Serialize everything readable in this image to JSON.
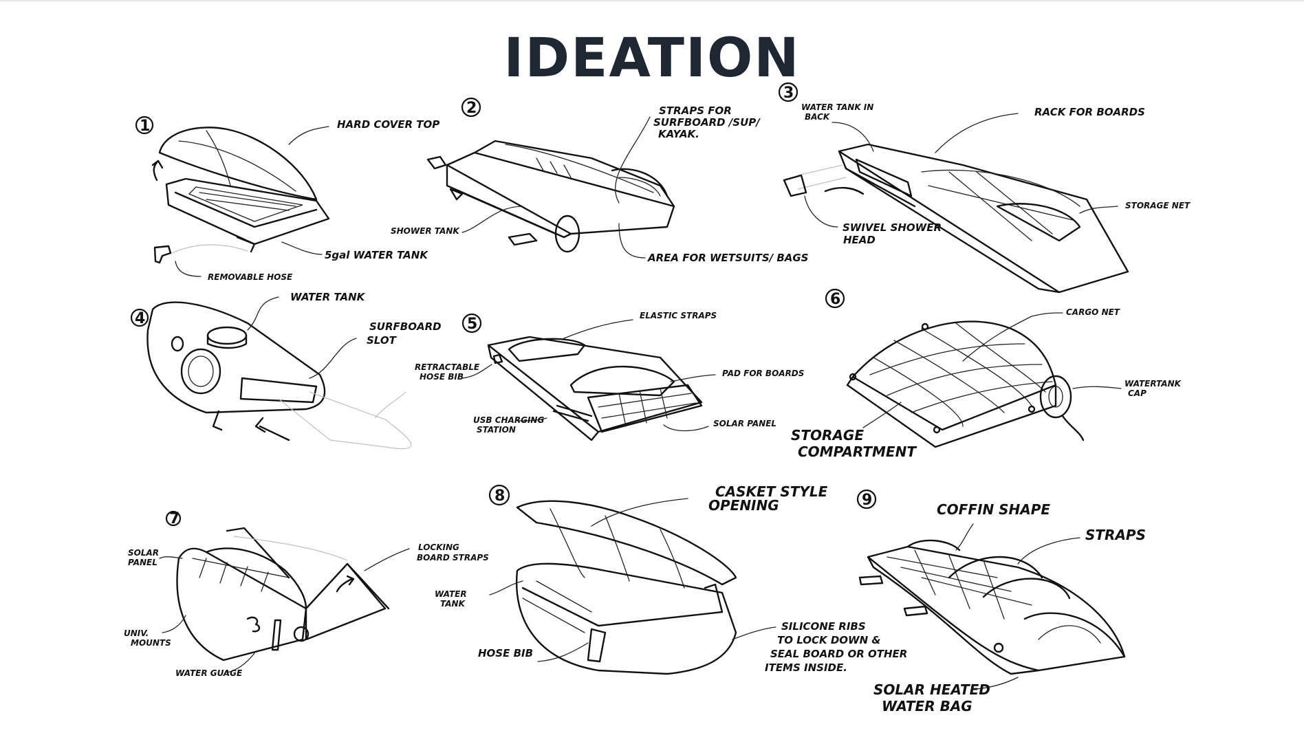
{
  "title": "IDEATION",
  "concepts": [
    {
      "num": "1",
      "labels": [
        "HARD COVER TOP",
        "5gal WATER TANK",
        "REMOVABLE HOSE"
      ]
    },
    {
      "num": "2",
      "labels": [
        "STRAPS FOR",
        "SURFBOARD /SUP/",
        "KAYAK.",
        "SHOWER TANK",
        "AREA FOR WETSUITS/ BAGS"
      ]
    },
    {
      "num": "3",
      "labels": [
        "WATER TANK IN",
        "BACK",
        "RACK FOR BOARDS",
        "STORAGE NET",
        "SWIVEL SHOWER",
        "HEAD"
      ]
    },
    {
      "num": "4",
      "labels": [
        "WATER TANK",
        "SURFBOARD",
        "SLOT"
      ]
    },
    {
      "num": "5",
      "labels": [
        "ELASTIC STRAPS",
        "RETRACTABLE",
        "HOSE BIB",
        "PAD FOR BOARDS",
        "USB CHARGING",
        "STATION",
        "SOLAR PANEL"
      ]
    },
    {
      "num": "6",
      "labels": [
        "CARGO NET",
        "WATERTANK",
        "CAP",
        "STORAGE",
        "COMPARTMENT"
      ]
    },
    {
      "num": "7",
      "labels": [
        "SOLAR",
        "PANEL",
        "LOCKING",
        "BOARD STRAPS",
        "UNIV.",
        "MOUNTS",
        "WATER GUAGE"
      ]
    },
    {
      "num": "8",
      "labels": [
        "CASKET STYLE",
        "OPENING",
        "WATER",
        "TANK",
        "HOSE BIB",
        "SILICONE RIBS",
        "TO LOCK DOWN &",
        "SEAL BOARD OR OTHER",
        "ITEMS INSIDE."
      ]
    },
    {
      "num": "9",
      "labels": [
        "COFFIN SHAPE",
        "STRAPS",
        "SOLAR HEATED",
        "WATER BAG"
      ]
    }
  ]
}
